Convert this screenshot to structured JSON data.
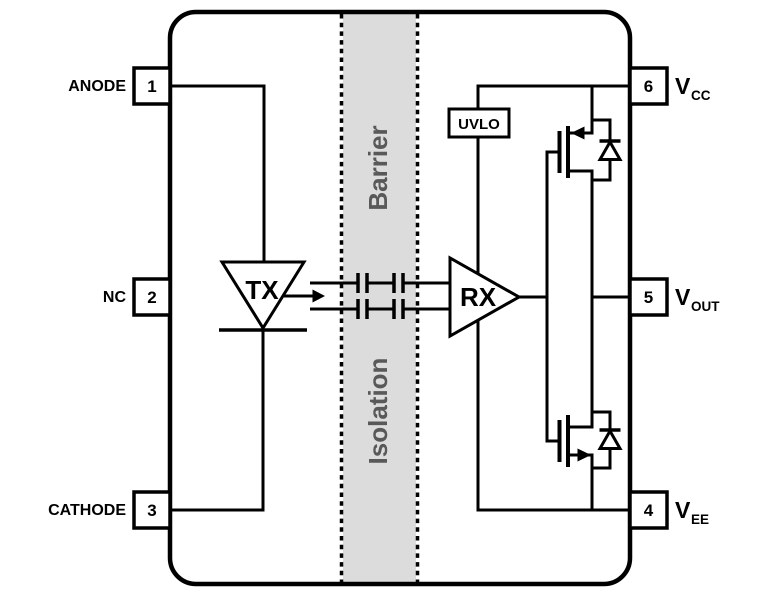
{
  "diagram": {
    "band": {
      "label_top": "Barrier",
      "label_bottom": "Isolation",
      "fill": "#dcdcdc",
      "text_color": "#595959"
    },
    "blocks": {
      "tx": "TX",
      "rx": "RX",
      "uvlo": "UVLO"
    },
    "pins_left": [
      {
        "number": "1",
        "name": "ANODE"
      },
      {
        "number": "2",
        "name": "NC"
      },
      {
        "number": "3",
        "name": "CATHODE"
      }
    ],
    "pins_right": [
      {
        "number": "6",
        "main": "V",
        "sub": "CC"
      },
      {
        "number": "5",
        "main": "V",
        "sub": "OUT"
      },
      {
        "number": "4",
        "main": "V",
        "sub": "EE"
      }
    ],
    "colors": {
      "line": "#000000",
      "background": "#ffffff"
    },
    "icons": {
      "tx": "led-emitter-triangle-icon",
      "rx": "receiver-amplifier-triangle-icon",
      "capacitors": "isolation-capacitor-icon",
      "high_side_switch": "mosfet-with-body-diode-icon",
      "low_side_switch": "mosfet-with-body-diode-icon",
      "signal_arrow": "right-arrow-icon"
    }
  }
}
